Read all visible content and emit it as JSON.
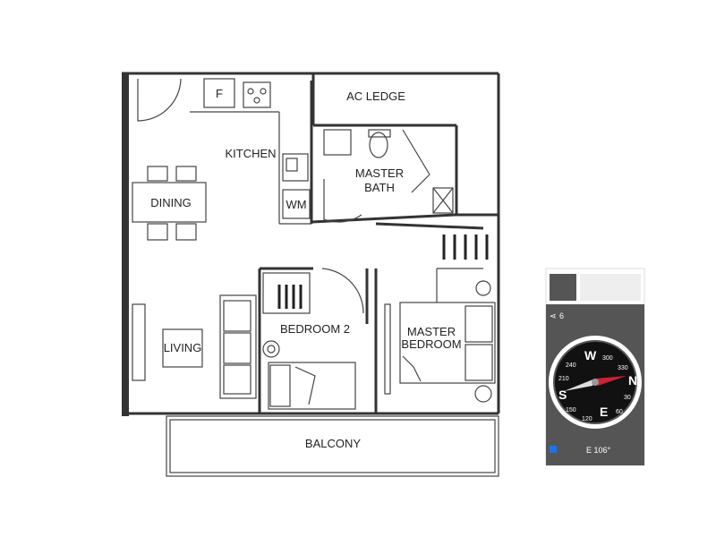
{
  "floorplan": {
    "rooms": {
      "ac_ledge": "AC LEDGE",
      "kitchen": "KITCHEN",
      "master_bath_1": "MASTER",
      "master_bath_2": "BATH",
      "dining": "DINING",
      "fridge": "F",
      "washing_machine": "WM",
      "bedroom2": "BEDROOM 2",
      "master_bedroom_1": "MASTER",
      "master_bedroom_2": "BEDROOM",
      "living": "LIVING",
      "balcony": "BALCONY"
    }
  },
  "compass": {
    "bg_color": "#555555",
    "needle_color": "#cc2233",
    "cardinals": {
      "n": "N",
      "e": "E",
      "s": "S",
      "w": "W"
    },
    "degrees": [
      "300",
      "330",
      "30",
      "60",
      "120",
      "150",
      "210",
      "240"
    ],
    "heading": "E 106°",
    "count": "6"
  }
}
